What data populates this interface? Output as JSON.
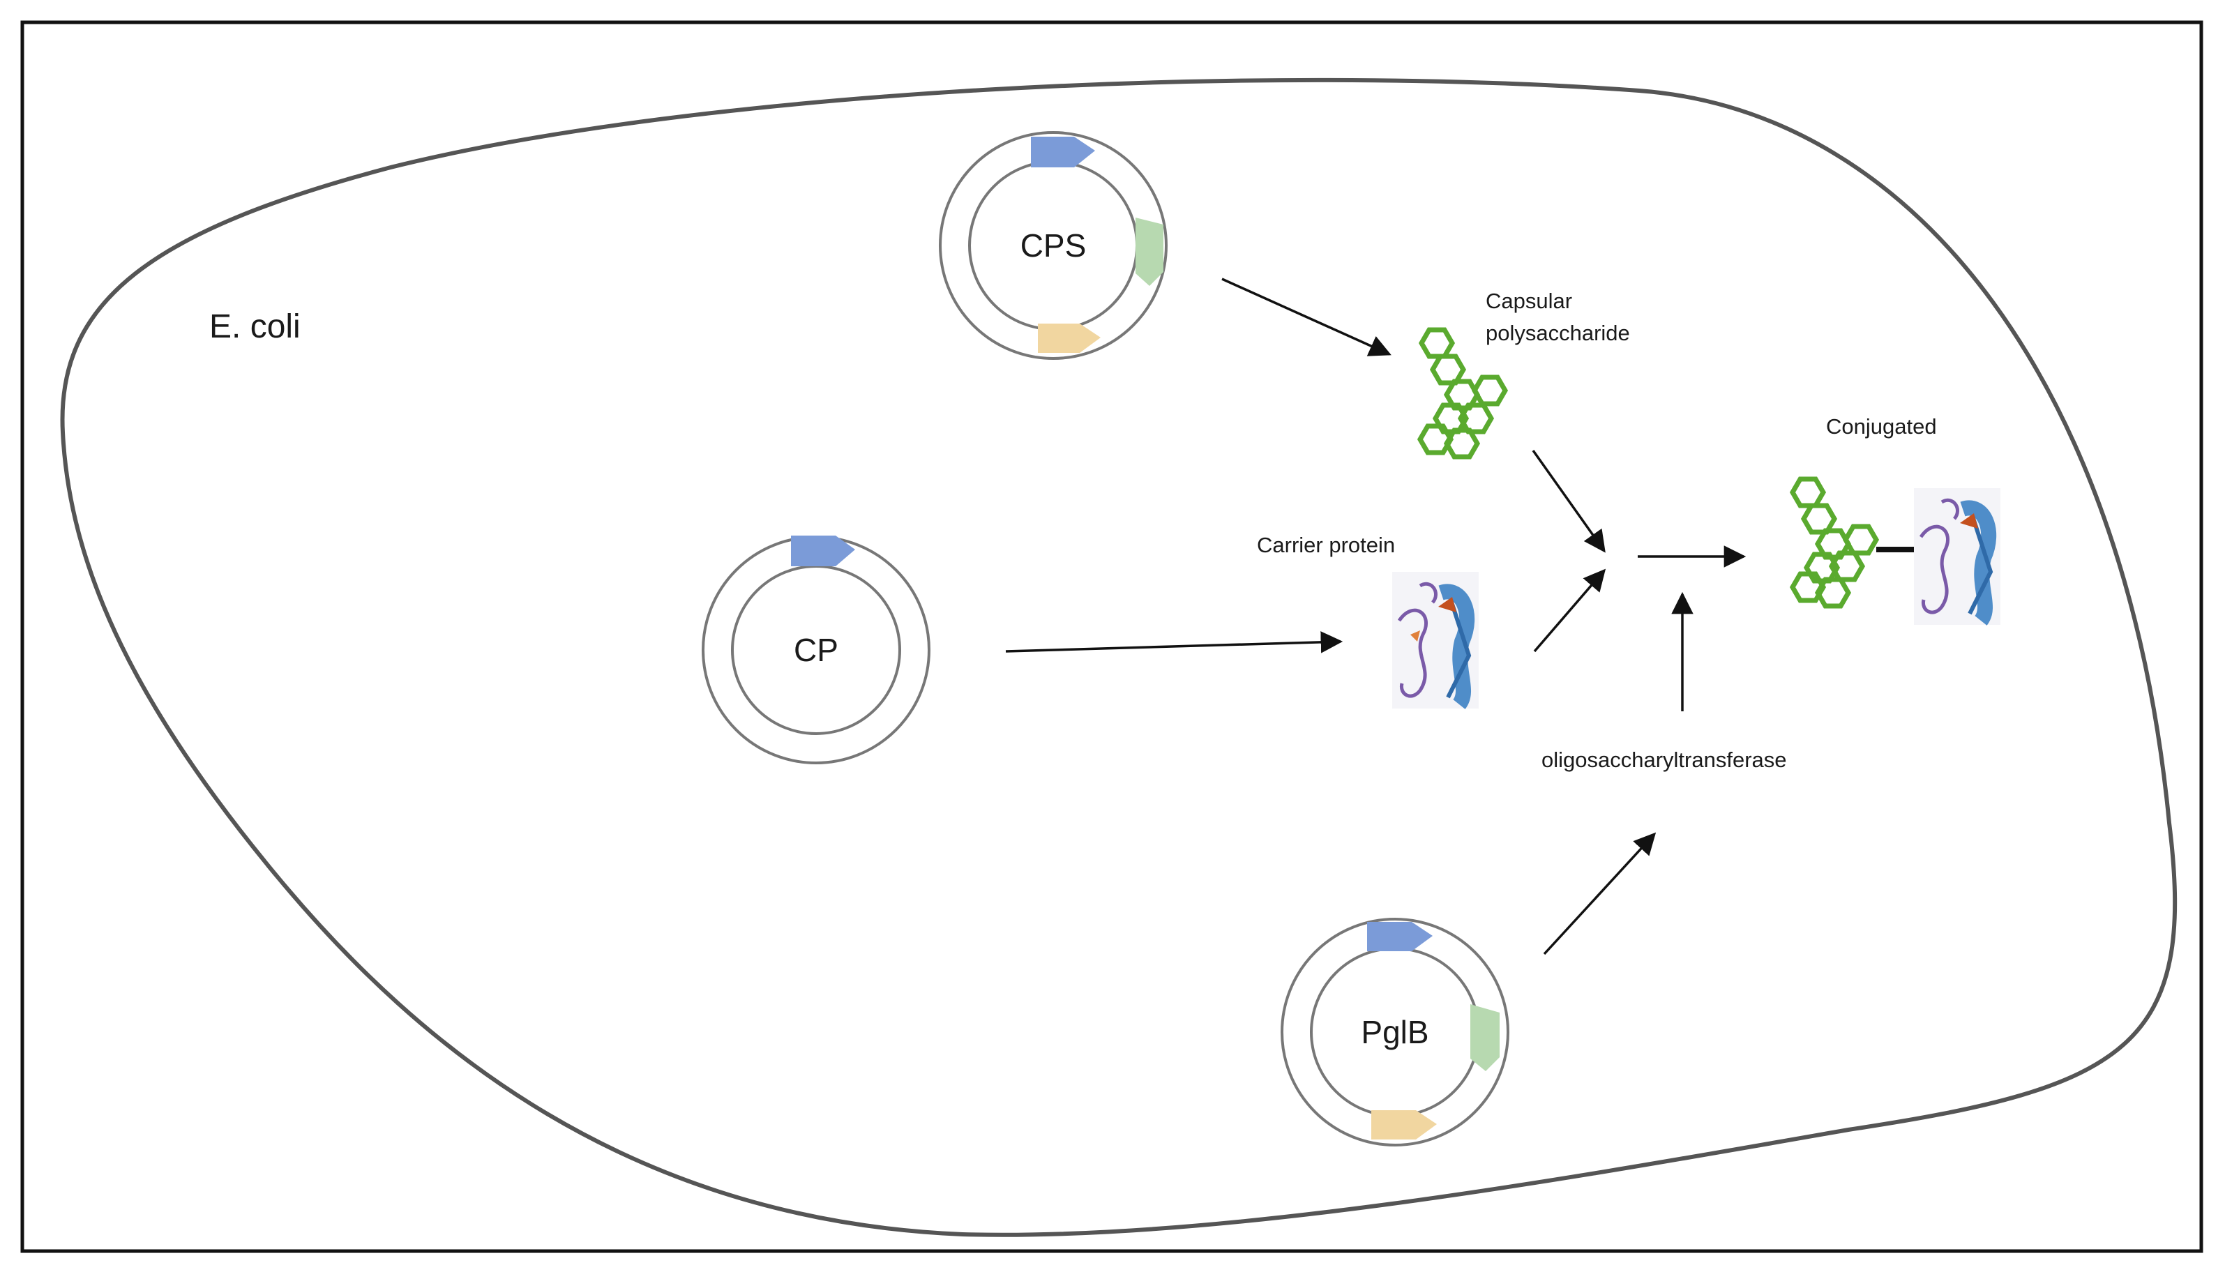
{
  "organism_label": "E. coli",
  "plasmids": {
    "cps": "CPS",
    "cp": "CP",
    "pglb": "PglB"
  },
  "products": {
    "capsular_line1": "Capsular",
    "capsular_line2": "polysaccharide",
    "carrier_protein": "Carrier protein",
    "conjugated": "Conjugated",
    "enzyme": "oligosaccharyltransferase"
  },
  "colors": {
    "cassette_blue": "#7b9bd8",
    "cassette_green": "#b7d9b0",
    "cassette_tan": "#f1d6a0",
    "sugar_green": "#5aaa2e",
    "protein_blue": "#4f8dc9",
    "protein_purple": "#7a5aa8",
    "protein_orange": "#c4501e",
    "outline": "#444444"
  },
  "icons": [
    "plasmid-icon",
    "hexagon-chain-icon",
    "protein-structure-icon",
    "arrow-icon"
  ]
}
